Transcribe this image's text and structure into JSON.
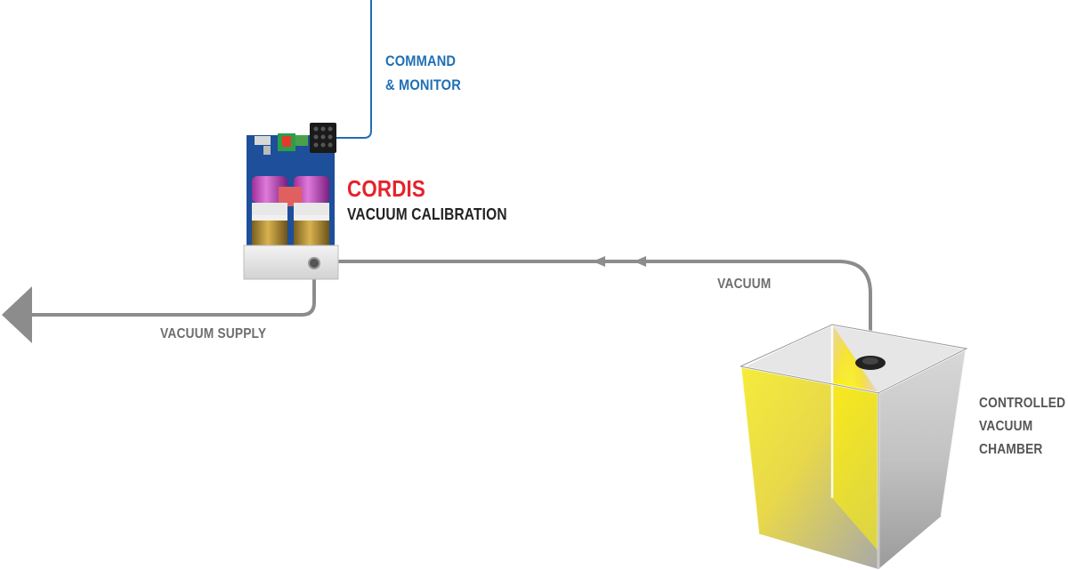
{
  "labels": {
    "command_line1": "COMMAND",
    "command_line2": "& MONITOR",
    "product_brand": "CORDIS",
    "product_subtitle": "VACUUM CALIBRATION",
    "vacuum_supply": "VACUUM SUPPLY",
    "vacuum": "VACUUM",
    "chamber_line1": "CONTROLLED",
    "chamber_line2": "VACUUM",
    "chamber_line3": "CHAMBER"
  },
  "colors": {
    "command_line": "#1f6fb4",
    "vacuum_line": "#8c8c8c",
    "brand_red": "#e5232b",
    "chamber_glow": "#f5ec1a"
  },
  "icons": {
    "device": "cordis-vacuum-calibration-device",
    "chamber": "controlled-vacuum-chamber-box",
    "exhaust": "vacuum-supply-arrow",
    "flow": "vacuum-flow-arrow"
  }
}
